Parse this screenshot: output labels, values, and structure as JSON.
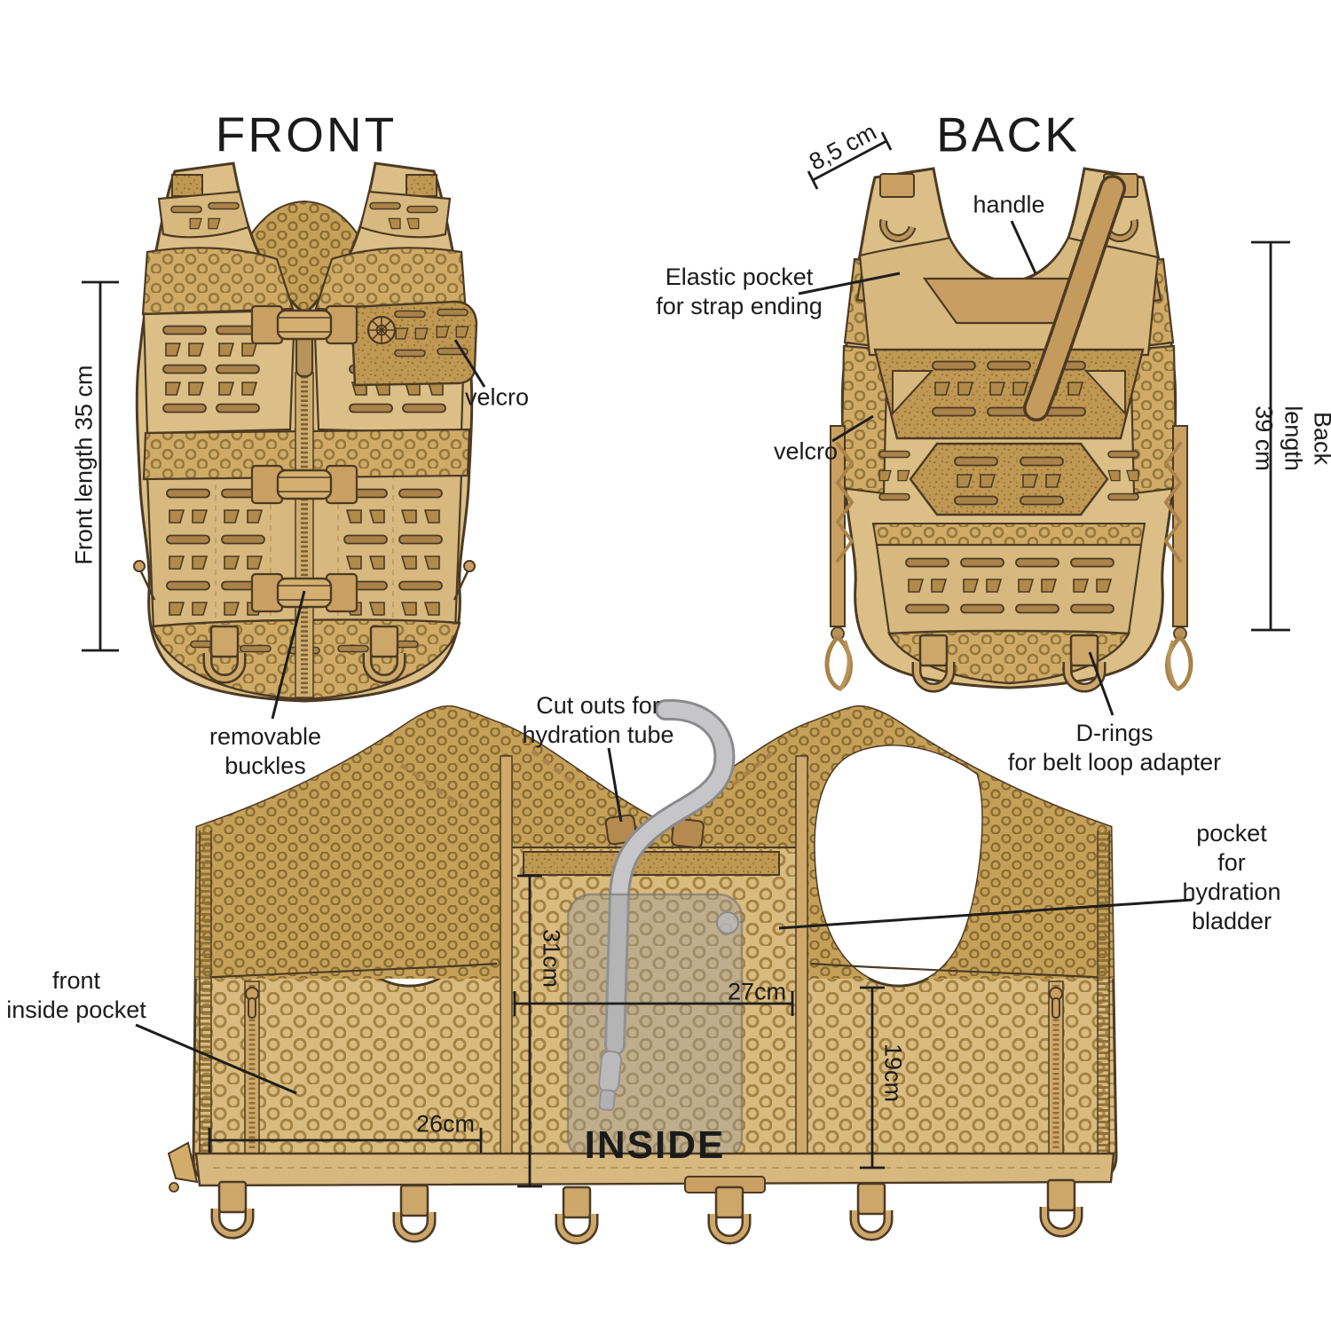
{
  "titles": {
    "front": "FRONT",
    "back": "BACK",
    "inside": "INSIDE"
  },
  "front_view": {
    "length_measurement": "Front length 35 cm",
    "velcro_label": "velcro",
    "buckles_label": "removable\nbuckles"
  },
  "back_view": {
    "shoulder_measurement": "8,5 cm",
    "length_measurement": "Back length 39 cm",
    "handle_label": "handle",
    "elastic_pocket_label": "Elastic pocket\nfor strap ending",
    "velcro_label": "velcro",
    "d_rings_label": "D-rings\nfor belt loop adapter"
  },
  "inside_view": {
    "cut_outs_label": "Cut outs for\nhydration tube",
    "hydration_pocket_label": "pocket for\nhydration bladder",
    "front_pocket_label": "front\ninside pocket",
    "bladder_height": "31cm",
    "bladder_width": "27cm",
    "front_pocket_width": "26cm",
    "side_pocket_height": "19cm"
  },
  "colors": {
    "background": "#ffffff",
    "vest_base": "#dcbf86",
    "vest_panel": "#d7b87e",
    "honeycomb": "#cfab67",
    "honeycomb_dark": "#c5a058",
    "velcro_patch": "#bf9853",
    "binding_strap": "#c9a061",
    "outline": "#4c3a24",
    "hydration_gray": "#c6c6c8",
    "annotation_text": "#1b1b1b"
  }
}
